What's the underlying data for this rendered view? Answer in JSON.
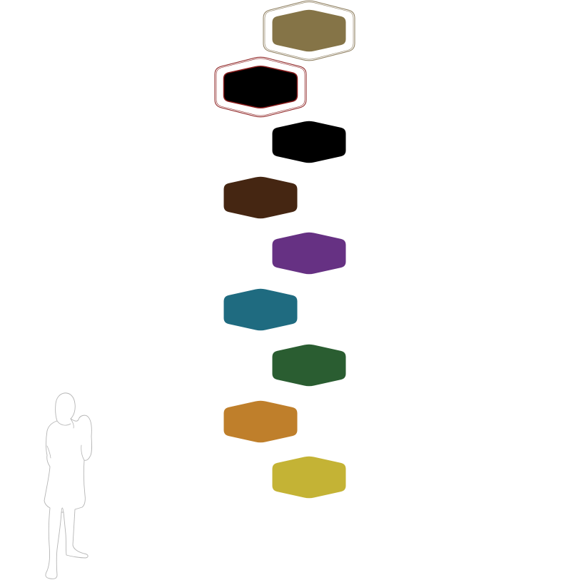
{
  "swatches": [
    {
      "name": "swatch-olive-brown",
      "color": "#857447",
      "outline": "#8a7a5a",
      "selected": true
    },
    {
      "name": "swatch-black-red",
      "color": "#000000",
      "outline": "#8a1c1c",
      "selected": true
    },
    {
      "name": "swatch-black",
      "color": "#000000",
      "outline": "",
      "selected": false
    },
    {
      "name": "swatch-dark-brown",
      "color": "#452612",
      "outline": "",
      "selected": false
    },
    {
      "name": "swatch-purple",
      "color": "#663183",
      "outline": "",
      "selected": false
    },
    {
      "name": "swatch-teal",
      "color": "#1f6b80",
      "outline": "",
      "selected": false
    },
    {
      "name": "swatch-dark-green",
      "color": "#2a5d31",
      "outline": "",
      "selected": false
    },
    {
      "name": "swatch-orange",
      "color": "#bf7f2b",
      "outline": "",
      "selected": false
    },
    {
      "name": "swatch-mustard",
      "color": "#c4b335",
      "outline": "",
      "selected": false
    }
  ],
  "figure": {
    "icon": "person-silhouette-icon",
    "stroke_color": "#b5b5b5"
  }
}
